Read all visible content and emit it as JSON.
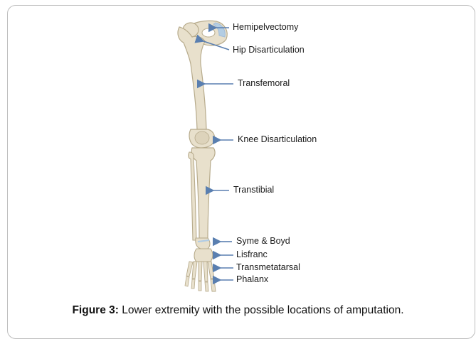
{
  "labels": {
    "hemipelvectomy": "Hemipelvectomy",
    "hip_disarticulation": "Hip Disarticulation",
    "transfemoral": "Transfemoral",
    "knee_disarticulation": "Knee Disarticulation",
    "transtibial": "Transtibial",
    "syme_boyd": "Syme & Boyd",
    "lisfranc": "Lisfranc",
    "transmetatarsal": "Transmetatarsal",
    "phalanx": "Phalanx"
  },
  "caption": {
    "prefix": "Figure 3:",
    "text": " Lower extremity with the possible locations of amputation."
  },
  "colors": {
    "bone_fill": "#e8e0cc",
    "bone_stroke": "#b7ab8c",
    "arrow": "#5a7fb0",
    "pelvis_highlight": "#aecbe6"
  }
}
